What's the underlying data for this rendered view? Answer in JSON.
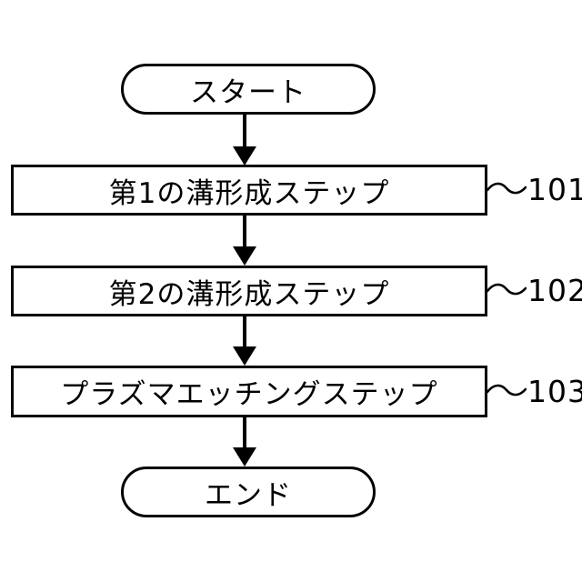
{
  "flowchart": {
    "background_color": "#ffffff",
    "stroke_color": "#000000",
    "nodes": [
      {
        "id": "start",
        "type": "terminal",
        "label": "スタート"
      },
      {
        "id": "step1",
        "type": "process",
        "label": "第1の溝形成ステップ",
        "ref": "101"
      },
      {
        "id": "step2",
        "type": "process",
        "label": "第2の溝形成ステップ",
        "ref": "102"
      },
      {
        "id": "step3",
        "type": "process",
        "label": "プラズマエッチングステップ",
        "ref": "103"
      },
      {
        "id": "end",
        "type": "terminal",
        "label": "エンド"
      }
    ],
    "edges": [
      {
        "from": "start",
        "to": "step1"
      },
      {
        "from": "step1",
        "to": "step2"
      },
      {
        "from": "step2",
        "to": "step3"
      },
      {
        "from": "step3",
        "to": "end"
      }
    ]
  }
}
